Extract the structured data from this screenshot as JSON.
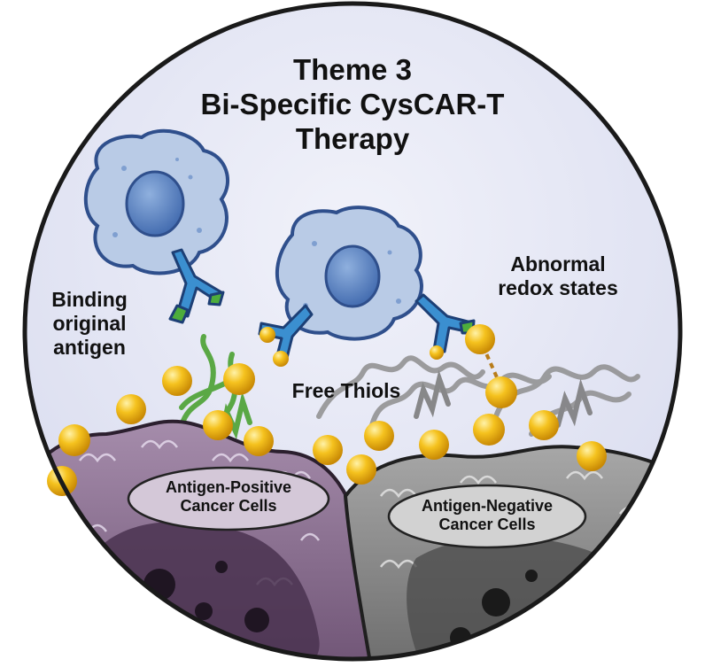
{
  "title": {
    "line1": "Theme 3",
    "line2": "Bi-Specific CysCAR-T",
    "line3": "Therapy"
  },
  "labels": {
    "binding_line1": "Binding",
    "binding_line2": "original",
    "binding_line3": "antigen",
    "redox_line1": "Abnormal",
    "redox_line2": "redox states",
    "thiols": "Free Thiols",
    "positive_line1": "Antigen-Positive",
    "positive_line2": "Cancer Cells",
    "negative_line1": "Antigen-Negative",
    "negative_line2": "Cancer Cells"
  },
  "colors": {
    "circle_bg": "#e4e6f4",
    "t_cell_fill": "#b9cbe6",
    "t_cell_stroke": "#2f4f8c",
    "nucleus": "#5f86c4",
    "receptor_blue": "#3b8fd0",
    "receptor_green": "#4dad3c",
    "thiol_gold": "#f2b51a",
    "positive_cell": "#8d6f93",
    "negative_cell": "#8c8c8c",
    "antigen_green": "#62b14d",
    "protein_gray": "#9a9a9a"
  }
}
